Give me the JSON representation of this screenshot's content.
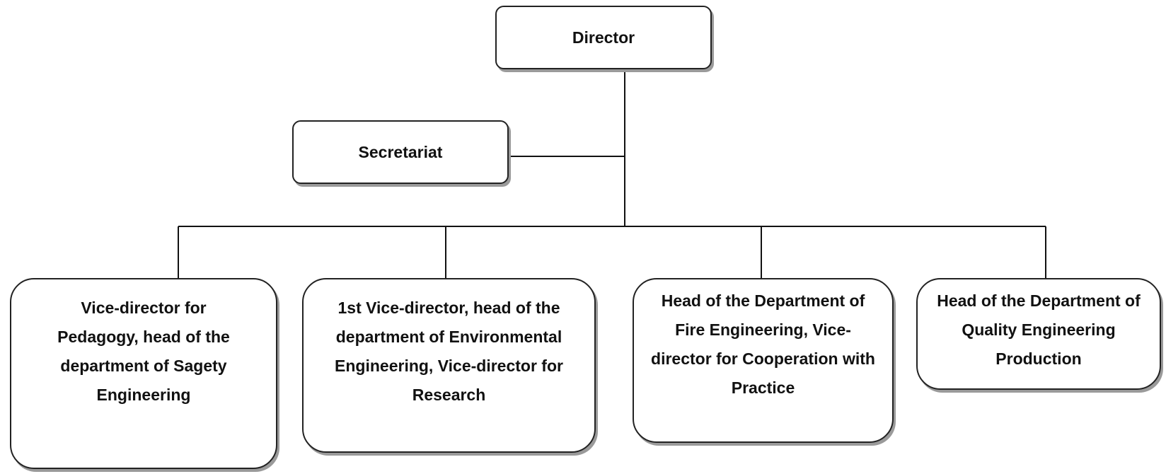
{
  "director": {
    "label": "Director"
  },
  "secretariat": {
    "label": "Secretariat"
  },
  "departments": [
    {
      "label": "Vice-director for Pedagogy, head of the department of Sagety Engineering"
    },
    {
      "label": "1st Vice-director, head of the department of Environmental Engineering, Vice-director for Research"
    },
    {
      "label": "Head of the Department of Fire Engineering, Vice-director for Cooperation with Practice"
    },
    {
      "label": "Head of the Department of Quality Engineering Production"
    }
  ],
  "colors": {
    "border": "#222222",
    "line": "#111111",
    "shadow": "#9a9a9a",
    "background": "#ffffff"
  }
}
